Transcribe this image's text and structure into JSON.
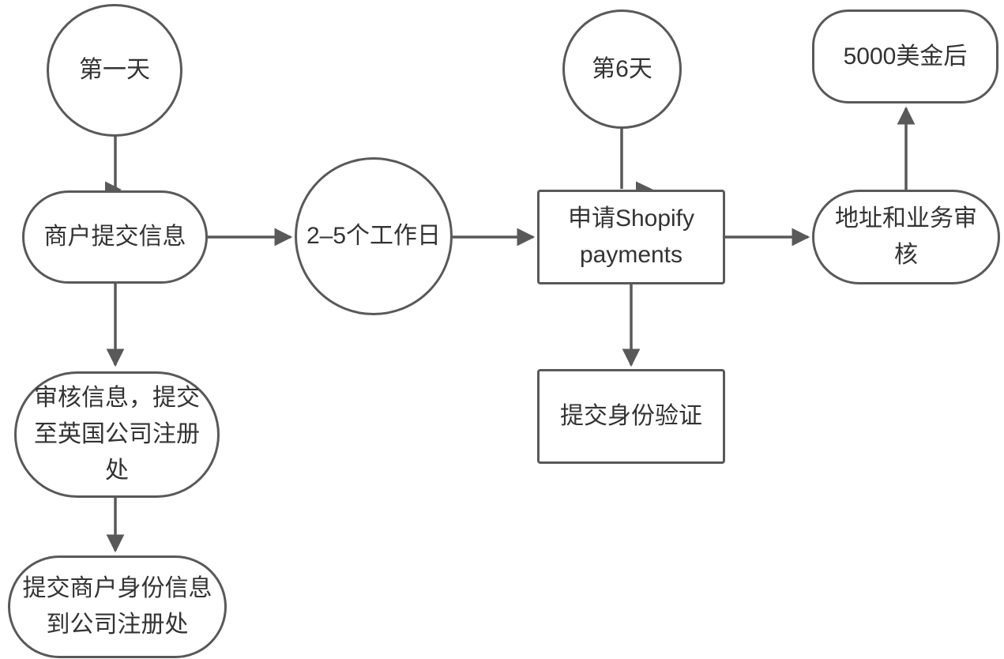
{
  "colors": {
    "stroke": "#595959",
    "text": "#333333",
    "background": "#ffffff"
  },
  "nodes": {
    "day1": {
      "label": "第一天",
      "shape": "circle"
    },
    "merchant_submit": {
      "label": "商户提交信息",
      "shape": "stadium"
    },
    "review_submit_uk": {
      "label": "审核信息，提交\n至英国公司注册\n处",
      "shape": "stadium"
    },
    "submit_identity_registry": {
      "label": "提交商户身份信息\n到公司注册处",
      "shape": "stadium"
    },
    "workdays": {
      "label": "2–5个工作日",
      "shape": "circle"
    },
    "day6": {
      "label": "第6天",
      "shape": "circle"
    },
    "apply_shopify_payments": {
      "label": "申请Shopify\npayments",
      "shape": "rect"
    },
    "identity_verification": {
      "label": "提交身份验证",
      "shape": "rect"
    },
    "address_business_review": {
      "label": "地址和业务审\n核",
      "shape": "stadium"
    },
    "after_usd_5000": {
      "label": "5000美金后",
      "shape": "rounded-rect"
    }
  },
  "edges": [
    {
      "from": "day1",
      "to": "merchant_submit"
    },
    {
      "from": "merchant_submit",
      "to": "review_submit_uk"
    },
    {
      "from": "review_submit_uk",
      "to": "submit_identity_registry"
    },
    {
      "from": "merchant_submit",
      "to": "workdays"
    },
    {
      "from": "workdays",
      "to": "apply_shopify_payments"
    },
    {
      "from": "day6",
      "to": "apply_shopify_payments"
    },
    {
      "from": "apply_shopify_payments",
      "to": "identity_verification"
    },
    {
      "from": "apply_shopify_payments",
      "to": "address_business_review"
    },
    {
      "from": "address_business_review",
      "to": "after_usd_5000"
    }
  ]
}
